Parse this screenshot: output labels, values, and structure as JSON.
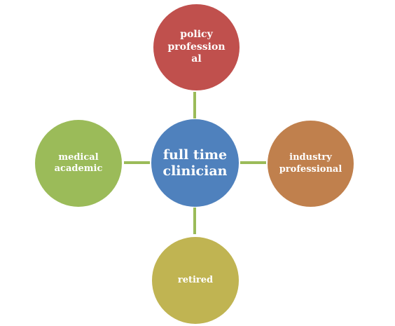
{
  "colors": {
    "center": "#4f81bd",
    "top": "#c0504d",
    "left": "#9bbb59",
    "right": "#c0804d",
    "bottom": "#c0b452",
    "connector": "#9bbb59"
  },
  "nodes": {
    "center": {
      "label": "full time\nclinician"
    },
    "top": {
      "label": "policy\nprofession\nal"
    },
    "left": {
      "label": "medical\nacademic"
    },
    "right": {
      "label": "industry\nprofessional"
    },
    "bottom": {
      "label": "retired"
    }
  }
}
